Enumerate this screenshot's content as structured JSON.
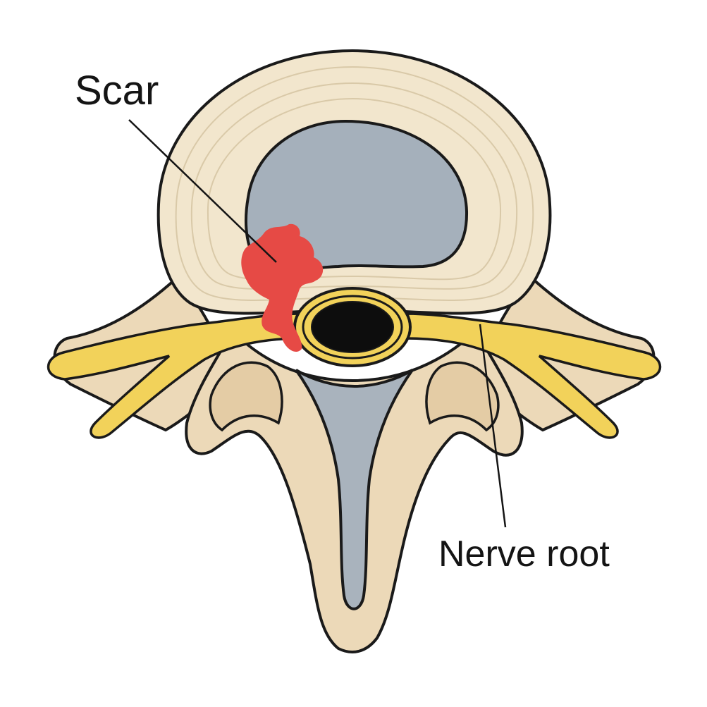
{
  "labels": {
    "scar": "Scar",
    "nerve_root": "Nerve root"
  },
  "colors": {
    "background": "#ffffff",
    "outline": "#1a1a1a",
    "disc_annulus": "#f2e6cd",
    "disc_annulus_rings": "#d9c9a8",
    "nucleus": "#a5b0bb",
    "bone": "#ecd9b8",
    "bone_shadow": "#d9bf95",
    "nerve": "#f2d25a",
    "spinal_canal": "#0d0d0d",
    "scar": "#e64a45",
    "gray_fill": "#a9b3bd"
  },
  "icons": [
    "vertebra-cross-section-illustration"
  ]
}
